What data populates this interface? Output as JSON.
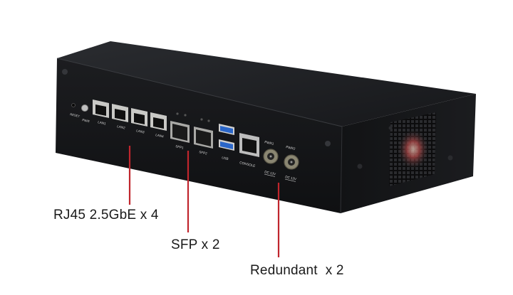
{
  "callouts": {
    "rj45": "RJ45 2.5GbE x 4",
    "sfp": "SFP x 2",
    "redundant": "Redundant  x 2"
  },
  "port_labels": {
    "reset": "RESET",
    "pwr": "PWR",
    "lan1": "LAN1",
    "lan2": "LAN2",
    "lan3": "LAN3",
    "lan4": "LAN4",
    "sfp1": "SFP1",
    "sfp2": "SFP2",
    "usb": "USB",
    "console": "CONSOLE",
    "pwr1": "PWR1",
    "pwr2": "PWR2",
    "dc1": "DC 12V",
    "dc2": "DC 12V"
  },
  "colors": {
    "callout_line": "#c0262d",
    "chassis": "#141517",
    "usb_port": "#2a66c9"
  }
}
